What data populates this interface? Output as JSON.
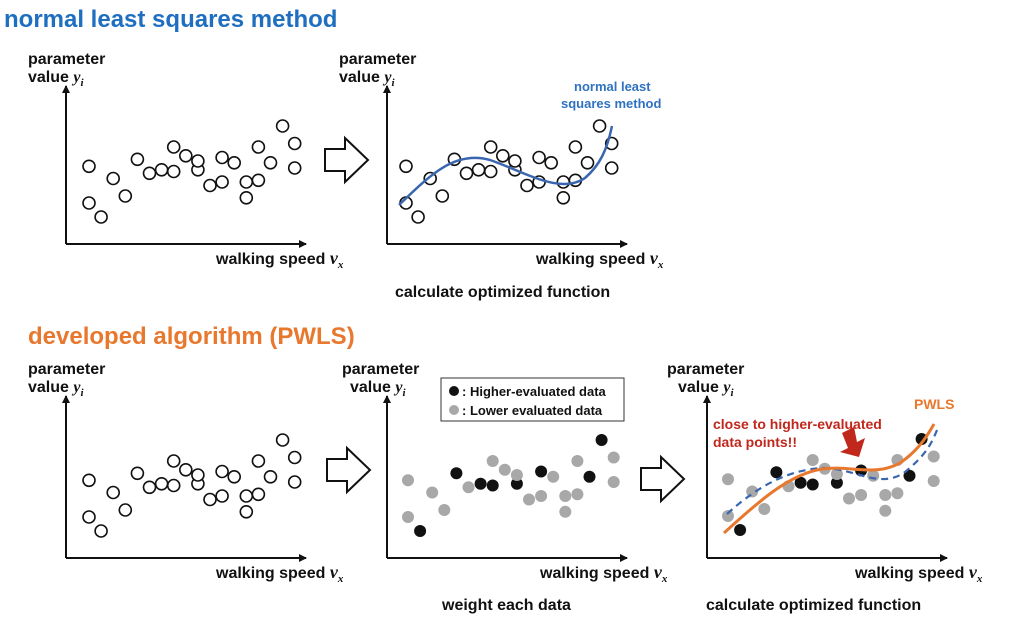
{
  "titles": {
    "normal": "normal least squares method",
    "developed": "developed algorithm (PWLS)"
  },
  "axis": {
    "y_label_line1": "parameter",
    "y_label_line2": "value",
    "y_var": "y",
    "y_sub": "i",
    "x_label": "walking speed",
    "x_var": "v",
    "x_sub": "x"
  },
  "captions": {
    "top_fit": "calculate optimized function",
    "bottom_weight": "weight each data",
    "bottom_fit": "calculate optimized function"
  },
  "annotations": {
    "nls_curve_line1": "normal least",
    "nls_curve_line2": "squares method",
    "pwls": "PWLS",
    "close_line1": "close to higher-evaluated",
    "close_line2": "data points!!"
  },
  "legend": {
    "higher": ": Higher-evaluated data",
    "lower": ": Lower evaluated data"
  },
  "colors": {
    "nls_curve": "#3a66b0",
    "pwls_curve": "#e8782d",
    "annotation_red": "#c0281c",
    "higher_point": "#111111",
    "lower_point": "#a8a8a8"
  },
  "icons": [
    "y-axis-arrow",
    "x-axis-arrow",
    "right-arrow-icon",
    "down-arrow-icon"
  ],
  "chart_data": {
    "type": "scatter",
    "point_values": [
      {
        "x": 1,
        "y": 5.3
      },
      {
        "x": 1,
        "y": 3.2
      },
      {
        "x": 2,
        "y": 2.4
      },
      {
        "x": 3,
        "y": 4.6
      },
      {
        "x": 4,
        "y": 3.6
      },
      {
        "x": 5,
        "y": 5.7
      },
      {
        "x": 6,
        "y": 4.9
      },
      {
        "x": 7,
        "y": 5.1
      },
      {
        "x": 8,
        "y": 6.4
      },
      {
        "x": 8,
        "y": 5.0
      },
      {
        "x": 9,
        "y": 5.9
      },
      {
        "x": 10,
        "y": 5.1
      },
      {
        "x": 10,
        "y": 5.6
      },
      {
        "x": 11,
        "y": 4.2
      },
      {
        "x": 12,
        "y": 5.8
      },
      {
        "x": 12,
        "y": 4.4
      },
      {
        "x": 13,
        "y": 5.5
      },
      {
        "x": 14,
        "y": 4.4
      },
      {
        "x": 14,
        "y": 3.5
      },
      {
        "x": 15,
        "y": 4.5
      },
      {
        "x": 15,
        "y": 6.4
      },
      {
        "x": 16,
        "y": 5.5
      },
      {
        "x": 17,
        "y": 7.6
      },
      {
        "x": 18,
        "y": 6.6
      },
      {
        "x": 18,
        "y": 5.2
      }
    ],
    "higher_evaluated": [
      0,
      0,
      1,
      0,
      0,
      1,
      0,
      1,
      0,
      1,
      0,
      1,
      0,
      0,
      1,
      0,
      0,
      0,
      0,
      0,
      0,
      1,
      1,
      0,
      0
    ],
    "grid": false,
    "legend_position": "top"
  }
}
